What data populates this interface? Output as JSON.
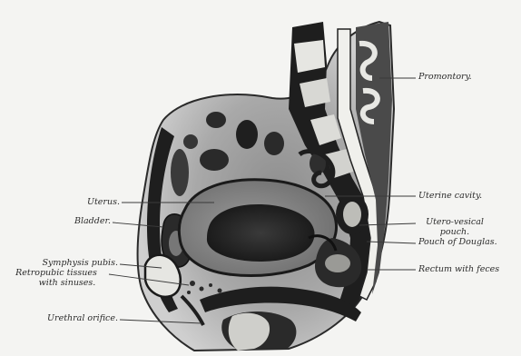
{
  "labels": {
    "promontory": "Promontory.",
    "uterus": "Uterus.",
    "uterine_cavity": "Uterine cavity.",
    "bladder": "Bladder.",
    "utero_vesical_pouch_line1": "Utero-vesical",
    "utero_vesical_pouch_line2": "pouch.",
    "pouch_of_douglas": "Pouch of Douglas.",
    "symphysis_pubis": "Symphysis pubis.",
    "retropubic_line1": "Retropubic tissues",
    "retropubic_line2": "with sinuses.",
    "rectum_with_feces": "Rectum with feces",
    "urethral_orifice": "Urethral orifice."
  },
  "colors": {
    "background": "#f4f4f2",
    "tissue_dark": "#1e1e1e",
    "tissue_mid": "#6a6a6a",
    "tissue_light": "#a8a8a8",
    "leader": "#3a3a3a"
  }
}
